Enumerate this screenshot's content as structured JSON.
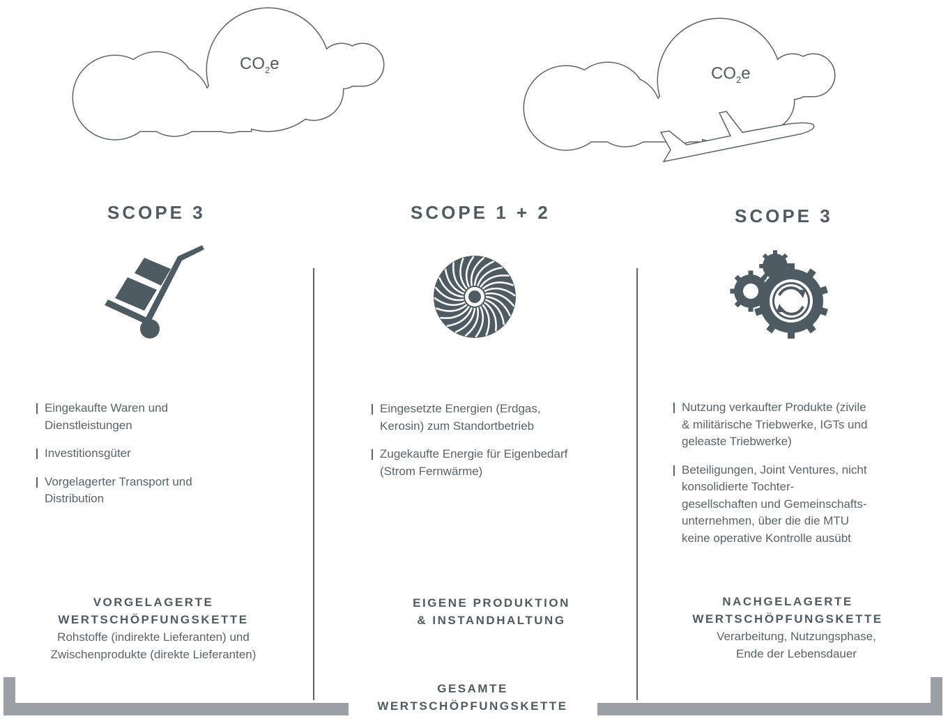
{
  "clouds": {
    "label_main": "CO",
    "label_sub": "2",
    "label_suffix": "e"
  },
  "columns": [
    {
      "scope": "SCOPE 3",
      "items": [
        "Eingekaufte Waren und Dienstleistungen",
        "Investitionsgüter",
        "Vorgelagerter Transport und Distribution"
      ],
      "caption": [
        "VORGELAGERTE",
        "WERTSCHÖPFUNGSKETTE"
      ],
      "description": [
        "Rohstoffe (indirekte Lieferanten) und",
        "Zwischenprodukte (direkte Lieferanten)"
      ]
    },
    {
      "scope": "SCOPE 1 + 2",
      "items": [
        "Eingesetzte Energien (Erdgas, Kerosin) zum Standortbetrieb",
        "Zugekaufte Energie für Eigenbedarf (Strom Fernwärme)"
      ],
      "caption": [
        "EIGENE PRODUKTION",
        "& INSTANDHALTUNG"
      ]
    },
    {
      "scope": "SCOPE 3",
      "items": [
        "Nutzung verkaufter Produkte (zivile & militärische Triebwerke, IGTs und geleaste Triebwerke)",
        "Beteiligungen, Joint Ventures, nicht konsolidierte Tochter-gesellschaften und Gemeinschafts-unternehmen, über die die MTU keine operative Kontrolle ausübt"
      ],
      "caption": [
        "NACHGELAGERTE",
        "WERTSCHÖPFUNGSKETTE"
      ],
      "description": [
        "Verarbeitung, Nutzungsphase,",
        "Ende der Lebensdauer"
      ]
    }
  ],
  "footer": {
    "caption": [
      "GESAMTE",
      "WERTSCHÖPFUNGSKETTE"
    ]
  },
  "colors": {
    "text": "#58636b",
    "icon": "#4f5b63",
    "bar": "#9aa0a5"
  }
}
